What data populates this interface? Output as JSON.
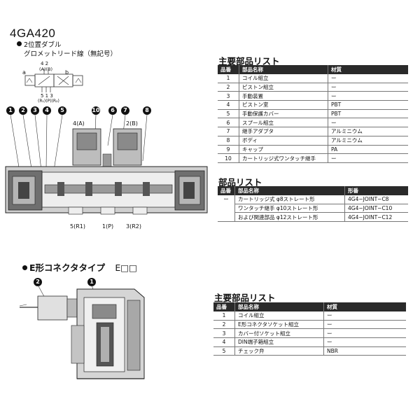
{
  "header": {
    "model": "4GA420",
    "line1": "2位置ダブル",
    "line2": "グロメットリード線（無記号）"
  },
  "symbol": {
    "a": "a",
    "b": "b",
    "top_ports": "4 2",
    "top_sub": "(A)(B)",
    "bottom_ports": "5 1 3",
    "bottom_sub": "(R₁)(P)(R₂)"
  },
  "callouts_top": [
    "1",
    "2",
    "3",
    "4",
    "5",
    "10",
    "6",
    "7",
    "8"
  ],
  "port_labels": {
    "a": "4(A)",
    "b": "2(B)",
    "r1": "5(R1)",
    "p": "1(P)",
    "r2": "3(R2)"
  },
  "main_parts": {
    "title": "主要部品リスト",
    "headers": [
      "品番",
      "部品名称",
      "材質"
    ],
    "rows": [
      [
        "1",
        "コイル組立",
        "ー"
      ],
      [
        "2",
        "ピストン組立",
        "ー"
      ],
      [
        "3",
        "手動装置",
        "ー"
      ],
      [
        "4",
        "ピストン室",
        "PBT"
      ],
      [
        "5",
        "手動保護カバー",
        "PBT"
      ],
      [
        "6",
        "スプール組立",
        "ー"
      ],
      [
        "7",
        "継手アダプタ",
        "アルミニウム"
      ],
      [
        "8",
        "ボディ",
        "アルミニウム"
      ],
      [
        "9",
        "キャップ",
        "PA"
      ],
      [
        "10",
        "カートリッジ式ワンタッチ継手",
        "ー"
      ]
    ]
  },
  "parts": {
    "title": "部品リスト",
    "headers": [
      "品番",
      "部品名称",
      "形番"
    ],
    "item_no": "ー",
    "name_lines": [
      "カートリッジ式",
      "ワンタッチ継手",
      "および関連部品"
    ],
    "sizes": [
      "φ8ストレート形",
      "φ10ストレート形",
      "φ12ストレート形"
    ],
    "codes": [
      "4G4−JOINT−C8",
      "4G4−JOINT−C10",
      "4G4−JOINT−C12"
    ]
  },
  "econn": {
    "title": "E形コネクタタイプ",
    "code": "E□□",
    "callouts": [
      "2",
      "1"
    ]
  },
  "econn_parts": {
    "title": "主要部品リスト",
    "headers": [
      "品番",
      "部品名称",
      "材質"
    ],
    "rows": [
      [
        "1",
        "コイル組立",
        "ー"
      ],
      [
        "2",
        "E形コネクタソケット組立",
        "ー"
      ],
      [
        "3",
        "カバー付ソケット組立",
        "ー"
      ],
      [
        "4",
        "DIN端子箱組立",
        "ー"
      ],
      [
        "5",
        "チェック弁",
        "NBR"
      ]
    ]
  }
}
